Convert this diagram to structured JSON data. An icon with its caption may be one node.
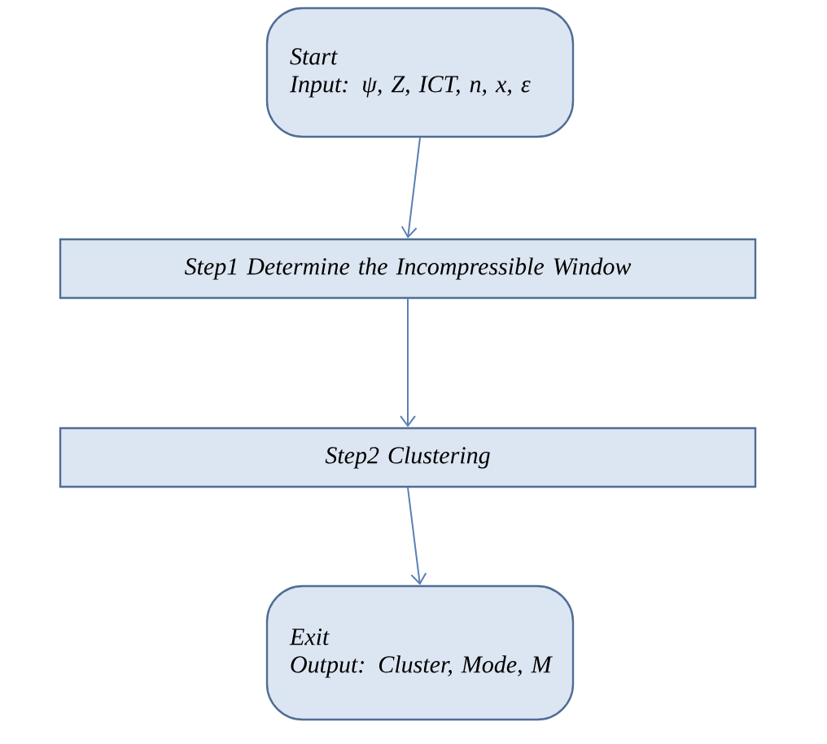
{
  "diagram": {
    "nodes": [
      {
        "text": [
          "Start",
          "Input: ψ, Z, ICT, n, x, ε"
        ]
      },
      {
        "text": [
          "Step1 Determine the Incompressible Window"
        ]
      },
      {
        "text": [
          "Step2 Clustering"
        ]
      },
      {
        "text": [
          "Exit",
          "Output: Cluster, Mode, M"
        ]
      }
    ],
    "edges": [
      {
        "from": 0,
        "to": 1,
        "arrow": "to"
      },
      {
        "from": 1,
        "to": 2,
        "arrow": "to"
      },
      {
        "from": 2,
        "to": 3,
        "arrow": "to"
      }
    ]
  }
}
